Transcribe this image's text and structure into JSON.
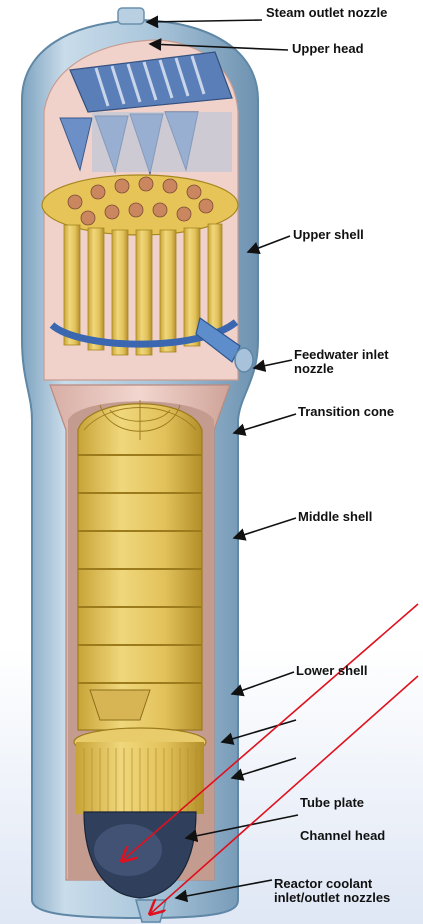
{
  "labels": {
    "steam_outlet_nozzle": "Steam outlet nozzle",
    "upper_head": "Upper head",
    "upper_shell": "Upper shell",
    "feedwater_inlet_nozzle_line1": "Feedwater inlet",
    "feedwater_inlet_nozzle_line2": "nozzle",
    "transition_cone": "Transition cone",
    "middle_shell": "Middle shell",
    "lower_shell": "Lower shell",
    "tube_plate": "Tube plate",
    "channel_head": "Channel head",
    "reactor_coolant_line1": "Reactor coolant",
    "reactor_coolant_line2": "inlet/outlet nozzles"
  },
  "colors": {
    "shell_blue": "#a9c6dc",
    "shell_dark": "#6f95b3",
    "cutaway_pink": "#e9c6bd",
    "tube_bundle_yellow": "#e3c45c",
    "separator_blue": "#5e84c0",
    "red_pointer": "#e0101e",
    "black_pointer": "#111111"
  }
}
